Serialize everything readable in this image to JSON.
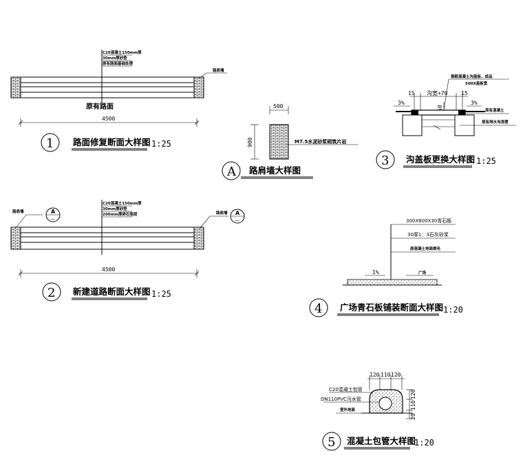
{
  "details": {
    "d1": {
      "number": "1",
      "title": "路面修复断面大样图",
      "scale": "1:25",
      "layers": [
        "C20混凝土150mm厚",
        "30mm厚砂垫",
        "原有路面基础处理"
      ],
      "center_label": "原有路面",
      "edge_label": "路肩墙",
      "width_dim": "4500"
    },
    "dA": {
      "letter": "A",
      "title": "路肩墙大样图",
      "width_dim": "500",
      "height_dim": "900",
      "material": "M7.5水泥砂浆砌筑片岩"
    },
    "d2": {
      "number": "2",
      "title": "新建道路断面大样图",
      "scale": "1:25",
      "layers": [
        "C20混凝土150mm厚",
        "30mm厚砂垫",
        "200mm厚碎石垫层"
      ],
      "left_label": "路肩墙",
      "right_label": "路肩墙",
      "ref_top": "A",
      "ref_bottom": "—",
      "width_dim": "4500"
    },
    "d3": {
      "number": "3",
      "title": "沟盖板更换大样图",
      "scale": "1:25",
      "label_top": "钢筋混凝土沟盖板，成品",
      "label_size": "500X盖板宽",
      "label_mid": "现有混凝土",
      "label_bot": "现有排水沟清理",
      "dim_left": "15",
      "dim_center": "沟宽+70",
      "dim_right": "15",
      "dim_height": "50",
      "slope_left": "3%",
      "slope_right": "3%"
    },
    "d4": {
      "number": "4",
      "title": "广场青石板铺装断面大样图",
      "scale": "1:20",
      "layers": [
        "300X600X30青石板",
        "30厚1：3石灰砂浆",
        "原混凝土地面凿毛"
      ],
      "slope_left": "1%",
      "slope_right_label": "广场"
    },
    "d5": {
      "number": "5",
      "title": "混凝土包管大样图",
      "scale": "1:20",
      "label_c20": "C20混凝土包管",
      "label_pipe": "DN110PVC污水管",
      "label_ground": "室外地面",
      "dims_top": [
        "120",
        "110",
        "120"
      ],
      "dims_side": [
        "120",
        "110",
        "20"
      ]
    }
  },
  "colors": {
    "line": "#000000",
    "background": "#ffffff"
  }
}
